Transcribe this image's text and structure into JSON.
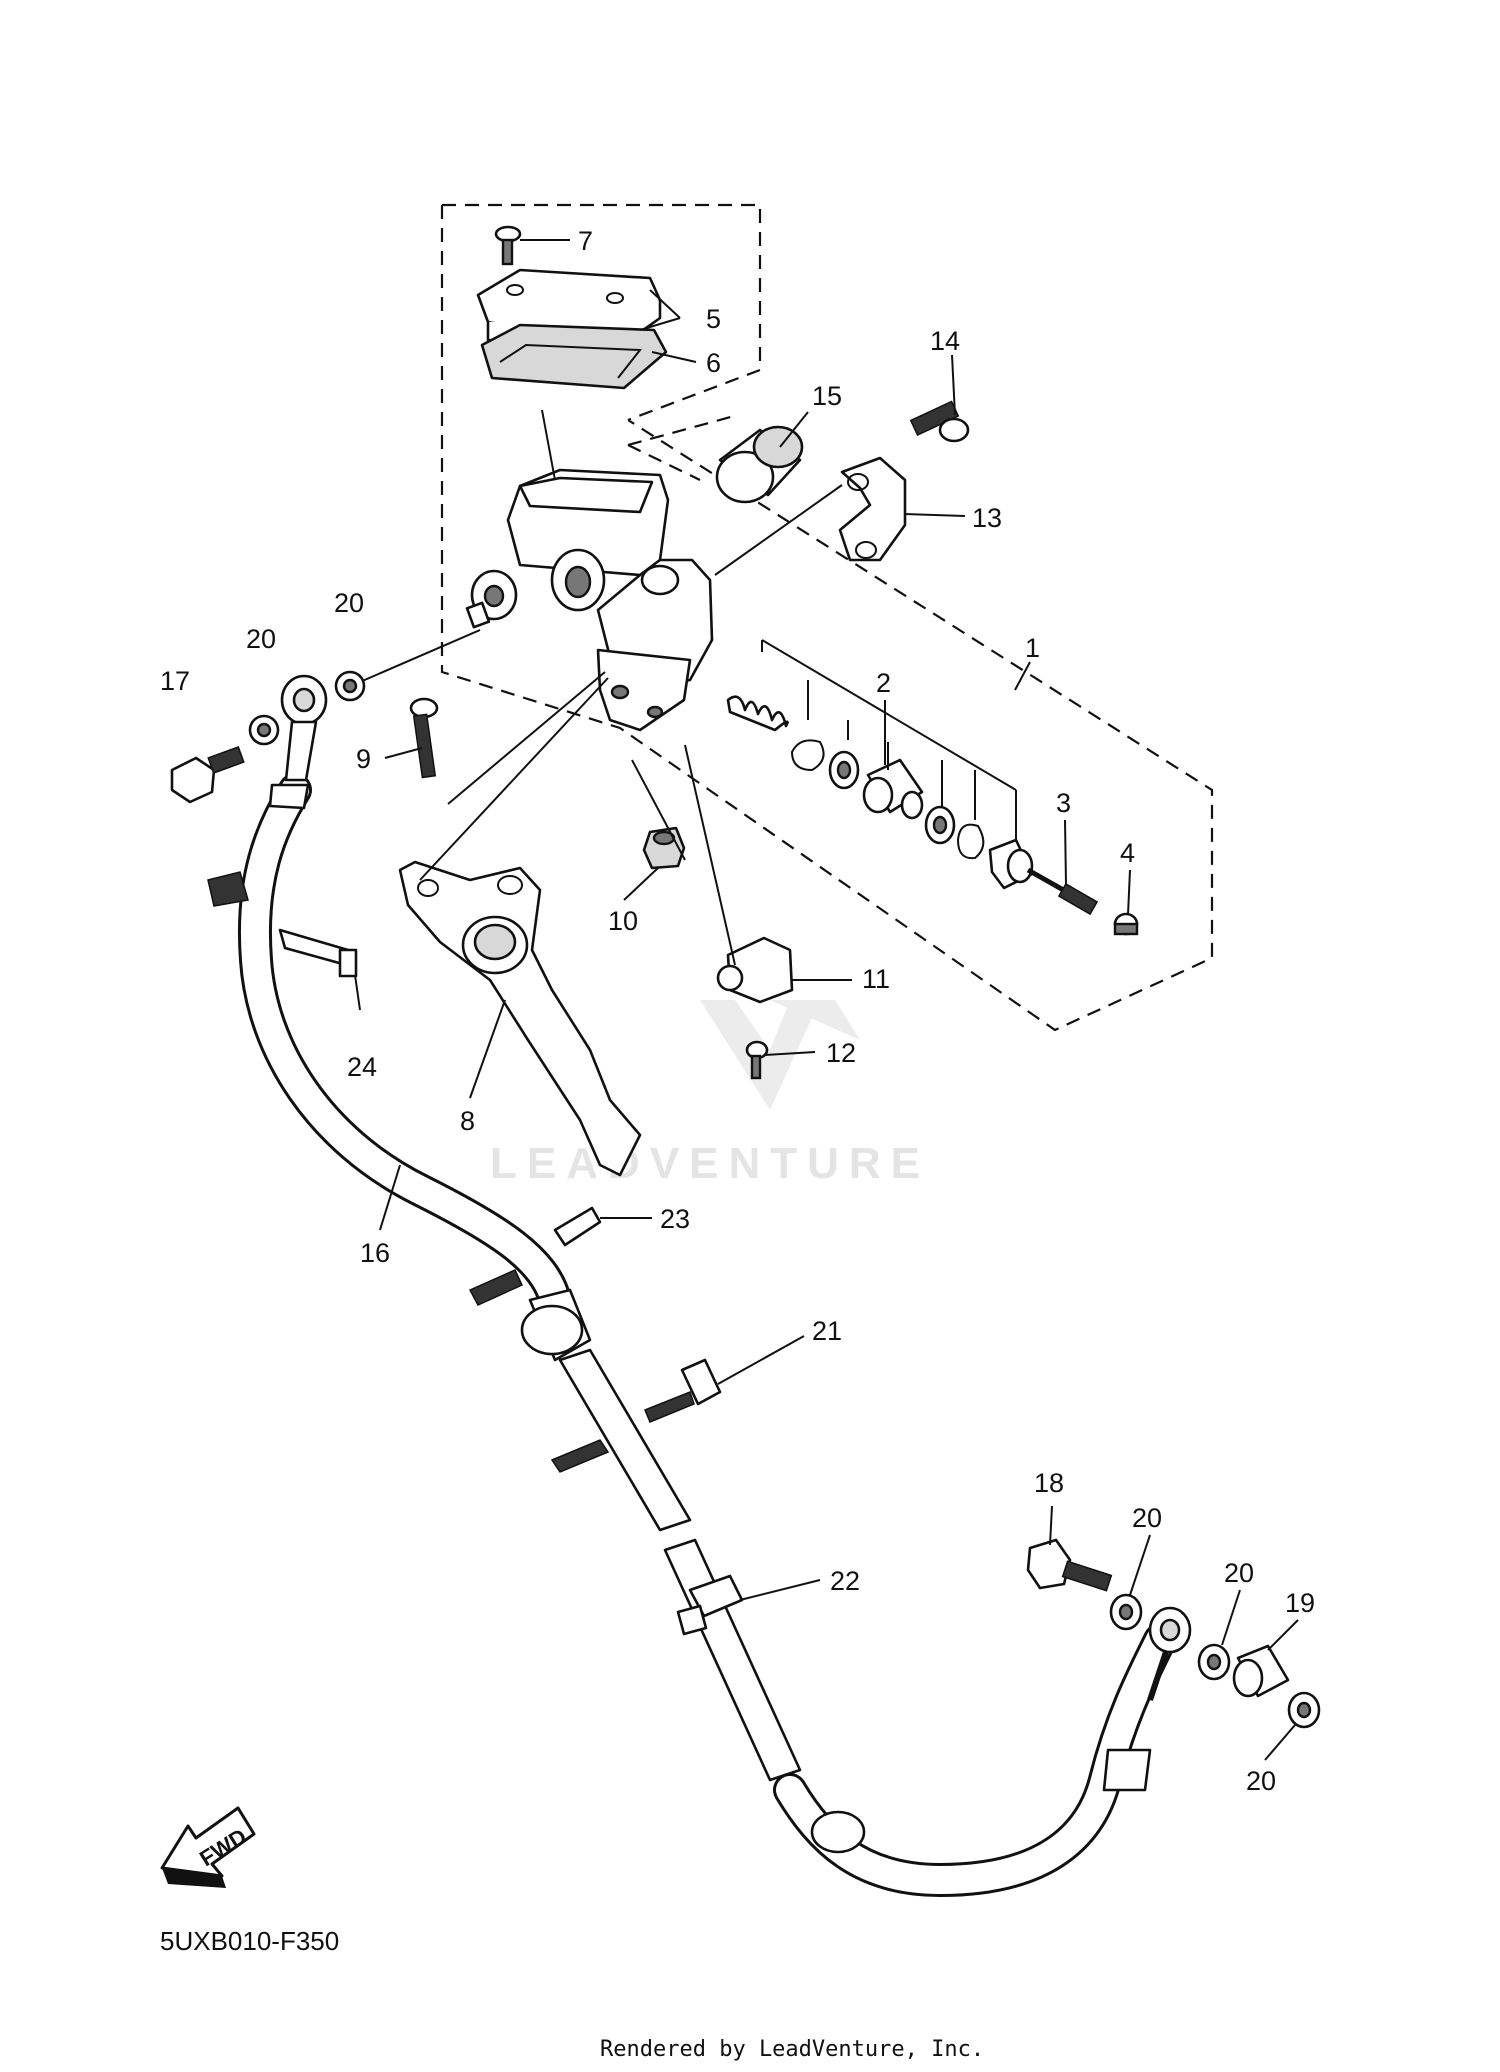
{
  "diagram_code": "5UXB010-F350",
  "direction_badge": "FWD",
  "watermark": "LEADVENTURE",
  "footer_text": "Rendered by LeadVenture, Inc.",
  "callouts": {
    "c1": "1",
    "c2": "2",
    "c3": "3",
    "c4": "4",
    "c5": "5",
    "c6": "6",
    "c7": "7",
    "c8": "8",
    "c9": "9",
    "c10": "10",
    "c11": "11",
    "c12": "12",
    "c13": "13",
    "c14": "14",
    "c15": "15",
    "c16": "16",
    "c17": "17",
    "c18": "18",
    "c19": "19",
    "c20a": "20",
    "c20b": "20",
    "c20c": "20",
    "c20d": "20",
    "c20e": "20",
    "c21": "21",
    "c22": "22",
    "c23": "23",
    "c24": "24"
  }
}
